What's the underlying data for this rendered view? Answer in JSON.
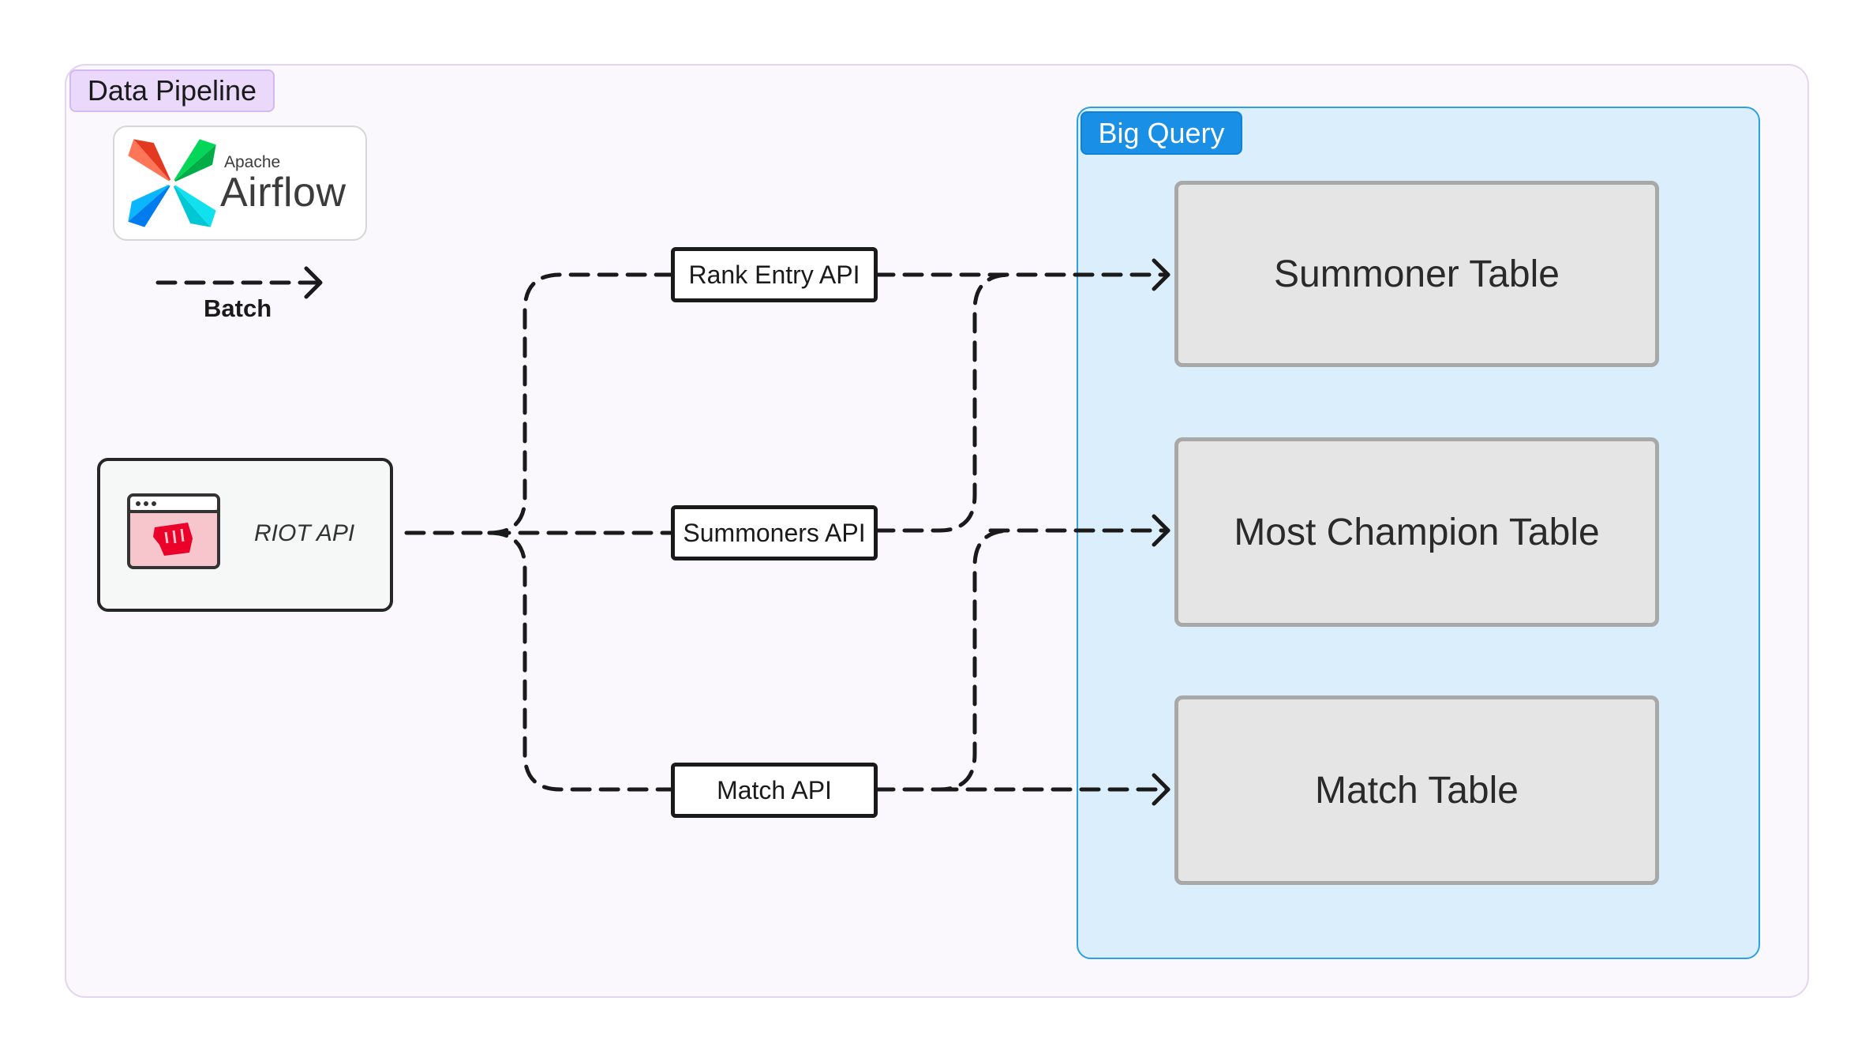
{
  "pipeline": {
    "label": "Data Pipeline"
  },
  "airflow": {
    "vendor": "Apache",
    "name": "Airflow",
    "icon": "airflow-pinwheel-icon"
  },
  "legend": {
    "batch_label": "Batch"
  },
  "source": {
    "label": "RIOT API",
    "icon": "riot-fist-browser-icon"
  },
  "apis": [
    {
      "label": "Rank Entry API"
    },
    {
      "label": "Summoners API"
    },
    {
      "label": "Match API"
    }
  ],
  "bigquery": {
    "label": "Big Query",
    "tables": [
      {
        "label": "Summoner Table"
      },
      {
        "label": "Most Champion Table"
      },
      {
        "label": "Match Table"
      }
    ]
  },
  "colors": {
    "pipeline_bg": "#faf7fd",
    "pipeline_tag": "#ead9fb",
    "bigquery_bg": "#dbeefc",
    "bigquery_tag": "#1a8fe6",
    "table_bg": "#e5e5e5",
    "riot_red": "#eb0029"
  }
}
